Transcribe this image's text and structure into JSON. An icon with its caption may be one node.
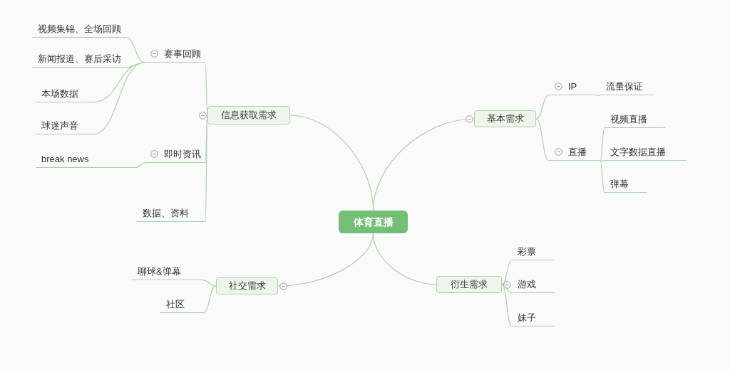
{
  "diagram": {
    "nodes": [
      {
        "text": [
          "体育直播"
        ]
      },
      {
        "text": [
          "信息获取需求"
        ]
      },
      {
        "text": [
          "赛事回顾"
        ]
      },
      {
        "text": [
          "视频集锦、全场回顾"
        ]
      },
      {
        "text": [
          "新闻报道、赛后采访"
        ]
      },
      {
        "text": [
          "本场数据"
        ]
      },
      {
        "text": [
          "球迷声音"
        ]
      },
      {
        "text": [
          "即时资讯"
        ]
      },
      {
        "text": [
          "break news"
        ]
      },
      {
        "text": [
          "数据、资料"
        ]
      },
      {
        "text": [
          "基本需求"
        ]
      },
      {
        "text": [
          "IP"
        ]
      },
      {
        "text": [
          "流量保证"
        ]
      },
      {
        "text": [
          "直播"
        ]
      },
      {
        "text": [
          "视频直播"
        ]
      },
      {
        "text": [
          "文字数据直播"
        ]
      },
      {
        "text": [
          "弹幕"
        ]
      },
      {
        "text": [
          "社交需求"
        ]
      },
      {
        "text": [
          "聊球&弹幕"
        ]
      },
      {
        "text": [
          "社区"
        ]
      },
      {
        "text": [
          "衍生需求"
        ]
      },
      {
        "text": [
          "彩票"
        ]
      },
      {
        "text": [
          "游戏"
        ]
      },
      {
        "text": [
          "妹子"
        ]
      }
    ],
    "edges": [
      {
        "from": 0,
        "to": 1,
        "arrow": "none"
      },
      {
        "from": 0,
        "to": 10,
        "arrow": "none"
      },
      {
        "from": 0,
        "to": 17,
        "arrow": "none"
      },
      {
        "from": 0,
        "to": 20,
        "arrow": "none"
      },
      {
        "from": 1,
        "to": 2,
        "arrow": "none"
      },
      {
        "from": 1,
        "to": 7,
        "arrow": "none"
      },
      {
        "from": 1,
        "to": 9,
        "arrow": "none"
      },
      {
        "from": 2,
        "to": 3,
        "arrow": "none"
      },
      {
        "from": 2,
        "to": 4,
        "arrow": "none"
      },
      {
        "from": 2,
        "to": 5,
        "arrow": "none"
      },
      {
        "from": 2,
        "to": 6,
        "arrow": "none"
      },
      {
        "from": 7,
        "to": 8,
        "arrow": "none"
      },
      {
        "from": 10,
        "to": 11,
        "arrow": "none"
      },
      {
        "from": 11,
        "to": 12,
        "arrow": "none"
      },
      {
        "from": 10,
        "to": 13,
        "arrow": "none"
      },
      {
        "from": 13,
        "to": 14,
        "arrow": "none"
      },
      {
        "from": 13,
        "to": 15,
        "arrow": "none"
      },
      {
        "from": 13,
        "to": 16,
        "arrow": "none"
      },
      {
        "from": 17,
        "to": 18,
        "arrow": "none"
      },
      {
        "from": 17,
        "to": 19,
        "arrow": "none"
      },
      {
        "from": 20,
        "to": 21,
        "arrow": "none"
      },
      {
        "from": 20,
        "to": 22,
        "arrow": "none"
      },
      {
        "from": 20,
        "to": 23,
        "arrow": "none"
      }
    ]
  }
}
